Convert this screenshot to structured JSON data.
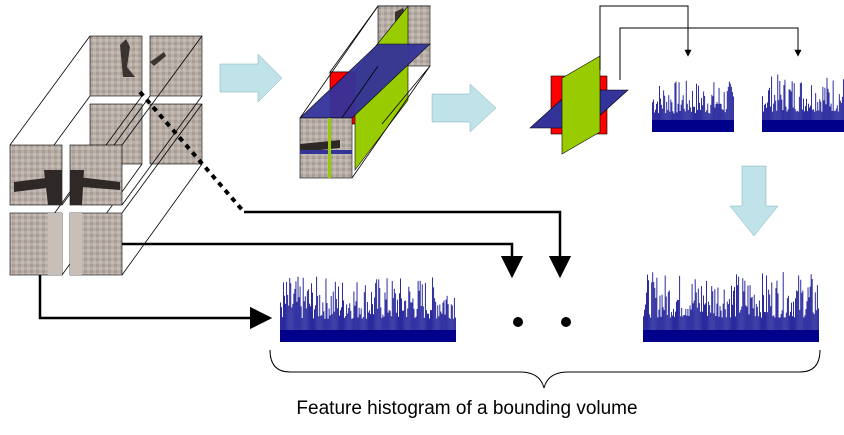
{
  "caption": "Feature histogram of a bounding volume",
  "colors": {
    "histogram": "#00008b",
    "block_arrow": "#bfe3e8",
    "red_plane": "#ff0000",
    "green_plane": "#99cc00",
    "blue_plane": "#33339a",
    "frame_photo": "#b5aca6"
  },
  "histograms": [
    "histogram-small-1",
    "histogram-small-2",
    "histogram-bottom-left",
    "histogram-bottom-right"
  ]
}
